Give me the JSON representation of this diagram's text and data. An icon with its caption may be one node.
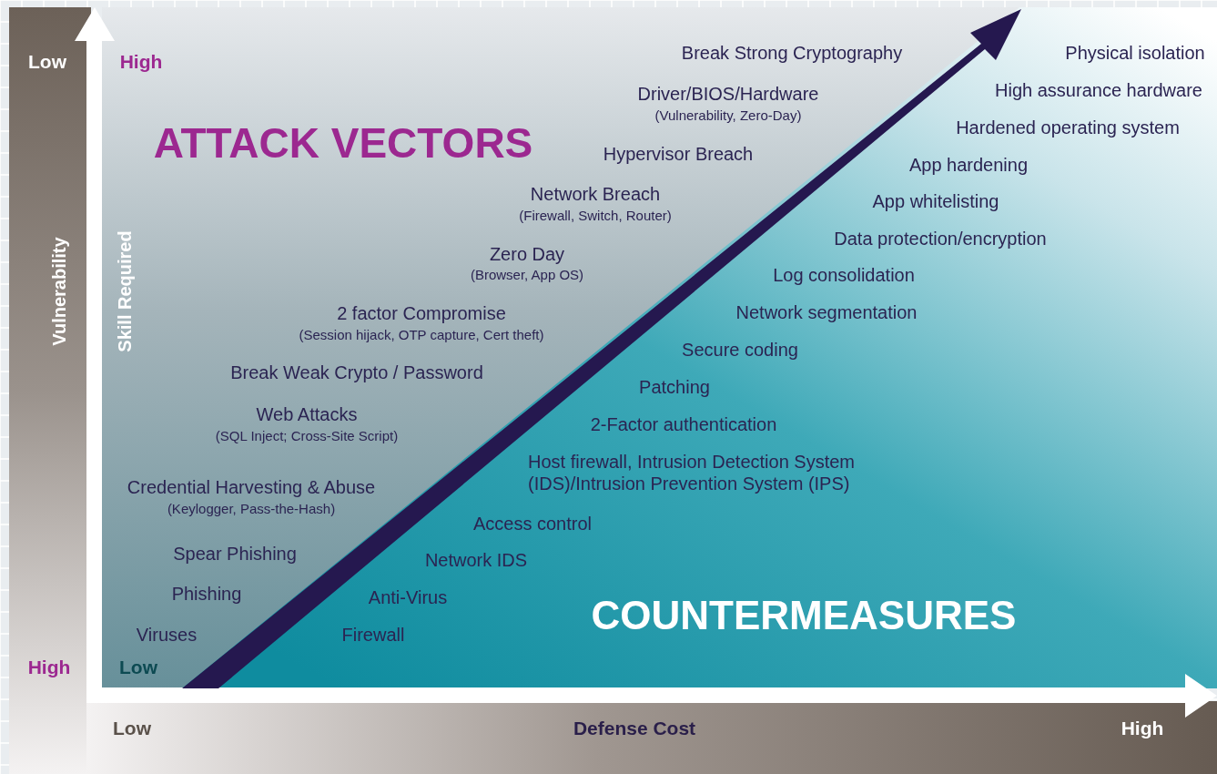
{
  "diagram": {
    "labels": [
      "Low",
      "High",
      "Break Strong Cryptography",
      "Physical isolation",
      "Driver/BIOS/Hardware",
      "(Vulnerability, Zero-Day)",
      "High assurance hardware",
      "ATTACK VECTORS",
      "Hardened operating system",
      "Hypervisor Breach",
      "App hardening",
      "Network Breach",
      "(Firewall, Switch, Router)",
      "App whitelisting",
      "Vulnerability",
      "Skill Required",
      "Data protection/encryption",
      "Zero Day",
      "(Browser, App OS)",
      "Log consolidation",
      "2 factor Compromise",
      "(Session hijack, OTP capture, Cert theft)",
      "Network segmentation",
      "Secure coding",
      "Break Weak Crypto / Password",
      "Patching",
      "Web Attacks",
      "(SQL Inject; Cross-Site Script)",
      "2-Factor authentication",
      "Host firewall, Intrusion Detection System (IDS)/Intrusion Prevention System (IPS)",
      "Credential Harvesting & Abuse",
      "(Keylogger, Pass-the-Hash)",
      "Access control",
      "Spear Phishing",
      "Network IDS",
      "Phishing",
      "Anti-Virus",
      "COUNTERMEASURES",
      "Viruses",
      "Firewall",
      "High",
      "Low",
      "Low",
      "Defense Cost",
      "High"
    ]
  }
}
